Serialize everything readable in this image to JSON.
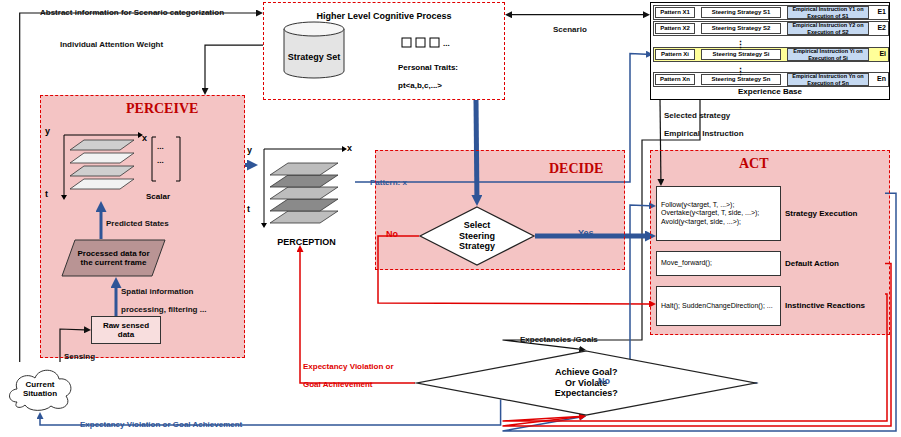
{
  "diagram": {
    "nodes": [
      {
        "text": [
          "Higher Level Cognitive Process"
        ]
      },
      {
        "text": [
          "Strategy Set"
        ],
        "in": 0
      },
      {
        "text": [
          "Experience Base"
        ]
      },
      {
        "text": [
          "E1"
        ],
        "in": 2
      },
      {
        "text": [
          "Pattern X1"
        ],
        "in": 3
      },
      {
        "text": [
          "Steering Strategy S1"
        ],
        "in": 3
      },
      {
        "text": [
          "Empirical Instruction Y1 on Execution of S1"
        ],
        "in": 3
      },
      {
        "text": [
          "E2"
        ],
        "in": 2
      },
      {
        "text": [
          "Pattern X2"
        ],
        "in": 7
      },
      {
        "text": [
          "Steering Strategy S2"
        ],
        "in": 7
      },
      {
        "text": [
          "Empirical Instruction Y2 on Execution of S2"
        ],
        "in": 7
      },
      {
        "text": [
          "Ei"
        ],
        "in": 2
      },
      {
        "text": [
          "Pattern Xi"
        ],
        "in": 11
      },
      {
        "text": [
          "Steering Strategy Si"
        ],
        "in": 11
      },
      {
        "text": [
          "Empirical Instruction Yi on Execution of Si"
        ],
        "in": 11
      },
      {
        "text": [
          "En"
        ],
        "in": 2
      },
      {
        "text": [
          "Pattern Xn"
        ],
        "in": 15
      },
      {
        "text": [
          "Steering Strategy Sn"
        ],
        "in": 15
      },
      {
        "text": [
          "Empirical Instruction Yn on Execution of Sn"
        ],
        "in": 15
      },
      {
        "text": [
          "PERCEIVE"
        ]
      },
      {
        "text": [
          "Scalar"
        ],
        "in": 19
      },
      {
        "text": [
          "Processed data for the current frame"
        ],
        "in": 19
      },
      {
        "text": [
          "Raw sensed data"
        ],
        "in": 19
      },
      {
        "text": [
          "Current Situation"
        ]
      },
      {
        "text": [
          "PERCEPTION"
        ]
      },
      {
        "text": [
          "DECIDE"
        ]
      },
      {
        "text": [
          "Select Steering Strategy"
        ],
        "in": 25
      },
      {
        "text": [
          "ACT"
        ]
      },
      {
        "text": [
          "Follow(y<target, T, ...>); Overtake(y<target, T, side, ...>); Avoid(y<target, side, ...>);",
          "Strategy Execution"
        ],
        "in": 27
      },
      {
        "text": [
          "Move_forward();",
          "Default Action"
        ],
        "in": 27
      },
      {
        "text": [
          "Halt(); SuddenChangeDirection(); ...",
          "Instinctive Reactions"
        ],
        "in": 27
      },
      {
        "text": [
          "Achieve Goal? Or Violate Expectancies?"
        ]
      }
    ],
    "edges": [
      {
        "from": 23,
        "to": 0,
        "arrow": "to",
        "label": "Abstract information for Scenario categorization"
      },
      {
        "from": 0,
        "to": 19,
        "arrow": "to",
        "label": "Individual Attention Weight"
      },
      {
        "from": 0,
        "to": 2,
        "arrow": "both",
        "label": "Scenario"
      },
      {
        "from": 0,
        "to": 26,
        "arrow": "to"
      },
      {
        "from": 2,
        "to": 28,
        "arrow": "to",
        "label": "Selected strategy Empirical Instruction"
      },
      {
        "from": 2,
        "to": 31,
        "arrow": "to",
        "label": "Expectancies /Goals"
      },
      {
        "from": 19,
        "to": 24,
        "arrow": "to"
      },
      {
        "from": 24,
        "to": 11,
        "arrow": "to",
        "label": "Pattern: x"
      },
      {
        "from": 26,
        "to": 28,
        "arrow": "to",
        "label": "Yes"
      },
      {
        "from": 26,
        "to": 30,
        "arrow": "to",
        "label": "No"
      },
      {
        "from": 28,
        "to": 31,
        "arrow": "to"
      },
      {
        "from": 29,
        "to": 31,
        "arrow": "to"
      },
      {
        "from": 30,
        "to": 31,
        "arrow": "to"
      },
      {
        "from": 31,
        "to": 28,
        "arrow": "to",
        "label": "No"
      },
      {
        "from": 31,
        "to": 24,
        "arrow": "to",
        "label": "Expectancy Violation or Goal Achievement"
      },
      {
        "from": 31,
        "to": 23,
        "arrow": "to",
        "label": "Expectancy Violation or Goal Achievement"
      },
      {
        "from": 22,
        "to": 21,
        "arrow": "to",
        "label": "Spatial information processing, filtering ..."
      },
      {
        "from": 21,
        "to": 20,
        "arrow": "to",
        "label": "Predicted States"
      },
      {
        "from": 23,
        "to": 22,
        "arrow": "to",
        "label": "Sensing"
      }
    ],
    "labels": [
      "Personal Traits: pt<a,b,c,...>",
      "...",
      "⋮",
      "⋮",
      "y",
      "x",
      "t",
      "...",
      "...",
      "x",
      "y",
      "t"
    ]
  }
}
